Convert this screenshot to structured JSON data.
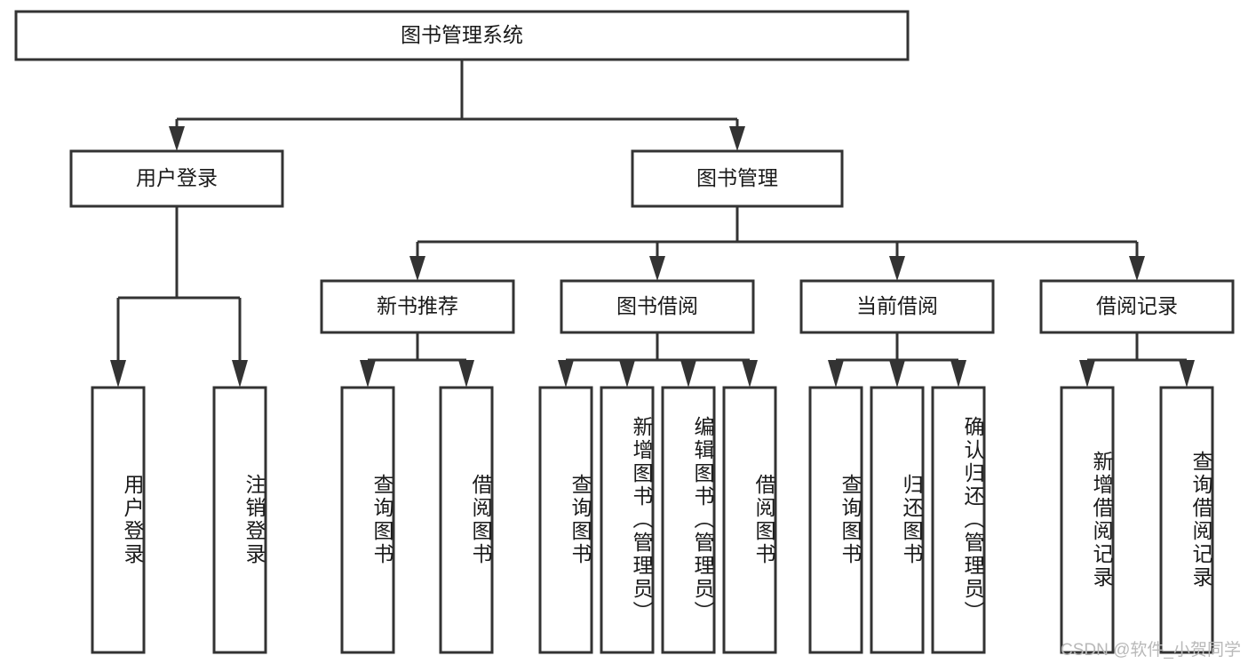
{
  "diagram": {
    "type": "tree",
    "title": "图书管理系统",
    "root": {
      "id": "root",
      "label": "图书管理系统"
    },
    "level2": [
      {
        "id": "user-login",
        "label": "用户登录"
      },
      {
        "id": "book-manage",
        "label": "图书管理"
      }
    ],
    "level3": [
      {
        "id": "new-book-recommend",
        "label": "新书推荐"
      },
      {
        "id": "book-borrow",
        "label": "图书借阅"
      },
      {
        "id": "current-borrow",
        "label": "当前借阅"
      },
      {
        "id": "borrow-record",
        "label": "借阅记录"
      }
    ],
    "leaves": [
      {
        "id": "leaf-user-login",
        "label": "用户登录",
        "parent": "user-login"
      },
      {
        "id": "leaf-user-logout",
        "label": "注销登录",
        "parent": "user-login"
      },
      {
        "id": "leaf-query-book-1",
        "label": "查询图书",
        "parent": "new-book-recommend"
      },
      {
        "id": "leaf-borrow-book-1",
        "label": "借阅图书",
        "parent": "new-book-recommend"
      },
      {
        "id": "leaf-query-book-2",
        "label": "查询图书",
        "parent": "book-borrow"
      },
      {
        "id": "leaf-add-book",
        "label": "新增图书（管理员）",
        "parent": "book-borrow"
      },
      {
        "id": "leaf-edit-book",
        "label": "编辑图书（管理员）",
        "parent": "book-borrow"
      },
      {
        "id": "leaf-borrow-book-2",
        "label": "借阅图书",
        "parent": "book-borrow"
      },
      {
        "id": "leaf-query-book-3",
        "label": "查询图书",
        "parent": "current-borrow"
      },
      {
        "id": "leaf-return-book",
        "label": "归还图书",
        "parent": "current-borrow"
      },
      {
        "id": "leaf-confirm-return",
        "label": "确认归还（管理员）",
        "parent": "current-borrow"
      },
      {
        "id": "leaf-add-record",
        "label": "新增借阅记录",
        "parent": "borrow-record"
      },
      {
        "id": "leaf-query-record",
        "label": "查询借阅记录",
        "parent": "borrow-record"
      }
    ],
    "colors": {
      "stroke": "#333333",
      "fill": "#ffffff",
      "text": "#1a1a1a",
      "watermark": "#b9b9b9"
    }
  },
  "watermark": {
    "text": "CSDN @软件_小贺同学"
  }
}
